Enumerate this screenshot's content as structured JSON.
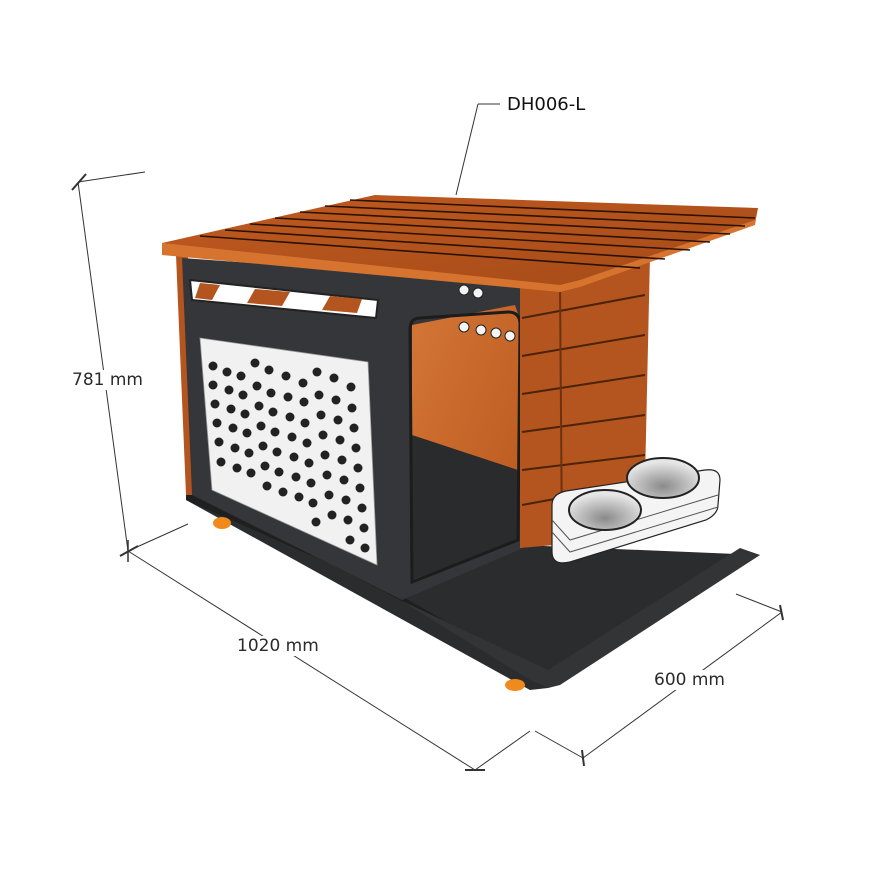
{
  "model": {
    "label": "DH006-L"
  },
  "dimensions": {
    "height": "781 mm",
    "width": "1020 mm",
    "depth": "600 mm"
  },
  "colors": {
    "wood": "#b4541e",
    "wood_light": "#cf6a2c",
    "panel_dark": "#2e2f31",
    "perforated_panel": "#f1f1f1",
    "bowl_tray": "#f4f4f4",
    "wheel": "#f08a1c",
    "dimension_line": "#333333"
  },
  "parts": {
    "roof": "slatted-roof",
    "side_panel": "perforated-side-panel",
    "door": "open-doorway",
    "back_wall": "slatted-back-wall",
    "feeder": "double-bowl-feeder",
    "base": "base-platform",
    "wheels": "caster-wheels"
  }
}
